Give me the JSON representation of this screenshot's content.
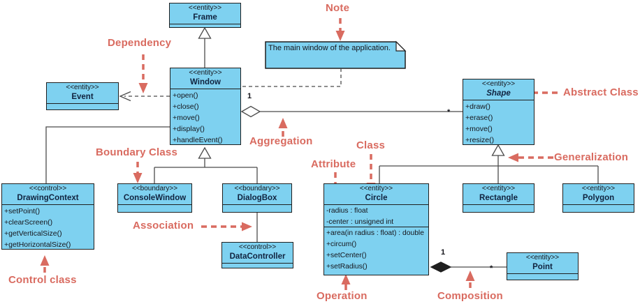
{
  "classes": {
    "frame": {
      "stereotype": "<<entity>>",
      "name": "Frame"
    },
    "event": {
      "stereotype": "<<entity>>",
      "name": "Event"
    },
    "window": {
      "stereotype": "<<entity>>",
      "name": "Window",
      "methods": [
        "+open()",
        "+close()",
        "+move()",
        "+display()",
        "+handleEvent()"
      ]
    },
    "shape": {
      "stereotype": "<<entity>>",
      "name": "Shape",
      "methods": [
        "+draw()",
        "+erase()",
        "+move()",
        "+resize()"
      ]
    },
    "drawing_context": {
      "stereotype": "<<control>>",
      "name": "DrawingContext",
      "methods": [
        "+setPoint()",
        "+clearScreen()",
        "+getVerticalSize()",
        "+getHorizontalSize()"
      ]
    },
    "console_window": {
      "stereotype": "<<boundary>>",
      "name": "ConsoleWindow"
    },
    "dialog_box": {
      "stereotype": "<<boundary>>",
      "name": "DialogBox"
    },
    "circle": {
      "stereotype": "<<entity>>",
      "name": "Circle",
      "attributes": [
        "-radius : float",
        "-center : unsigned int"
      ],
      "methods": [
        "+area(in radius : float) : double",
        "+circum()",
        "+setCenter()",
        "+setRadius()"
      ]
    },
    "rectangle": {
      "stereotype": "<<entity>>",
      "name": "Rectangle"
    },
    "polygon": {
      "stereotype": "<<entity>>",
      "name": "Polygon"
    },
    "data_controller": {
      "stereotype": "<<control>>",
      "name": "DataController"
    },
    "point": {
      "stereotype": "<<entity>>",
      "name": "Point"
    }
  },
  "note": {
    "text": "The main window of the application."
  },
  "annotations": {
    "dependency": "Dependency",
    "note": "Note",
    "abstract_class": "Abstract Class",
    "aggregation": "Aggregation",
    "boundary_class": "Boundary Class",
    "class_label": "Class",
    "attribute": "Attribute",
    "generalization": "Generalization",
    "association": "Association",
    "control_class": "Control class",
    "operation": "Operation",
    "composition": "Composition"
  },
  "multiplicities": {
    "aggregation_one": "1",
    "aggregation_many": "*",
    "composition_one": "1",
    "composition_many": "*"
  },
  "colors": {
    "class_fill": "#7ED1F0",
    "class_border": "#1F1F1F",
    "annotation_red": "#D96B60",
    "connector_gray": "#4B4B4B"
  }
}
